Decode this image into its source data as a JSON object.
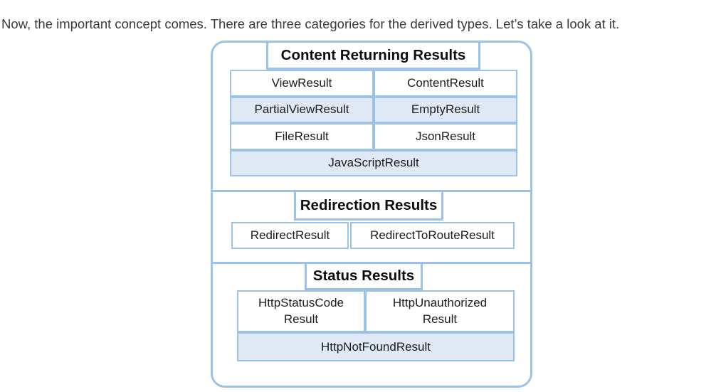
{
  "intro": {
    "text": "Now, the important concept comes. There are three categories for the derived types. Let’s take a look at it."
  },
  "diagram": {
    "colors": {
      "border_blue": "#9CC2E5",
      "shaded_cell_fill": "#DEE9F5",
      "plain_cell_fill": "#FFFFFF",
      "cell_text": "#1C1C1C",
      "header_text": "#0D0D0D"
    },
    "sections": [
      {
        "title": "Content Returning Results",
        "cells": [
          {
            "label": "ViewResult",
            "shaded": false
          },
          {
            "label": "ContentResult",
            "shaded": false
          },
          {
            "label": "PartialViewResult",
            "shaded": true
          },
          {
            "label": "EmptyResult",
            "shaded": true
          },
          {
            "label": "FileResult",
            "shaded": false
          },
          {
            "label": "JsonResult",
            "shaded": false
          },
          {
            "label": "JavaScriptResult",
            "shaded": true
          }
        ]
      },
      {
        "title": "Redirection Results",
        "cells": [
          {
            "label": "RedirectResult",
            "shaded": false
          },
          {
            "label": "RedirectToRouteResult",
            "shaded": false
          }
        ]
      },
      {
        "title": "Status Results",
        "cells": [
          {
            "label": "HttpStatusCode\nResult",
            "shaded": false
          },
          {
            "label": "HttpUnauthorized\nResult",
            "shaded": false
          },
          {
            "label": "HttpNotFoundResult",
            "shaded": true
          }
        ]
      }
    ]
  }
}
